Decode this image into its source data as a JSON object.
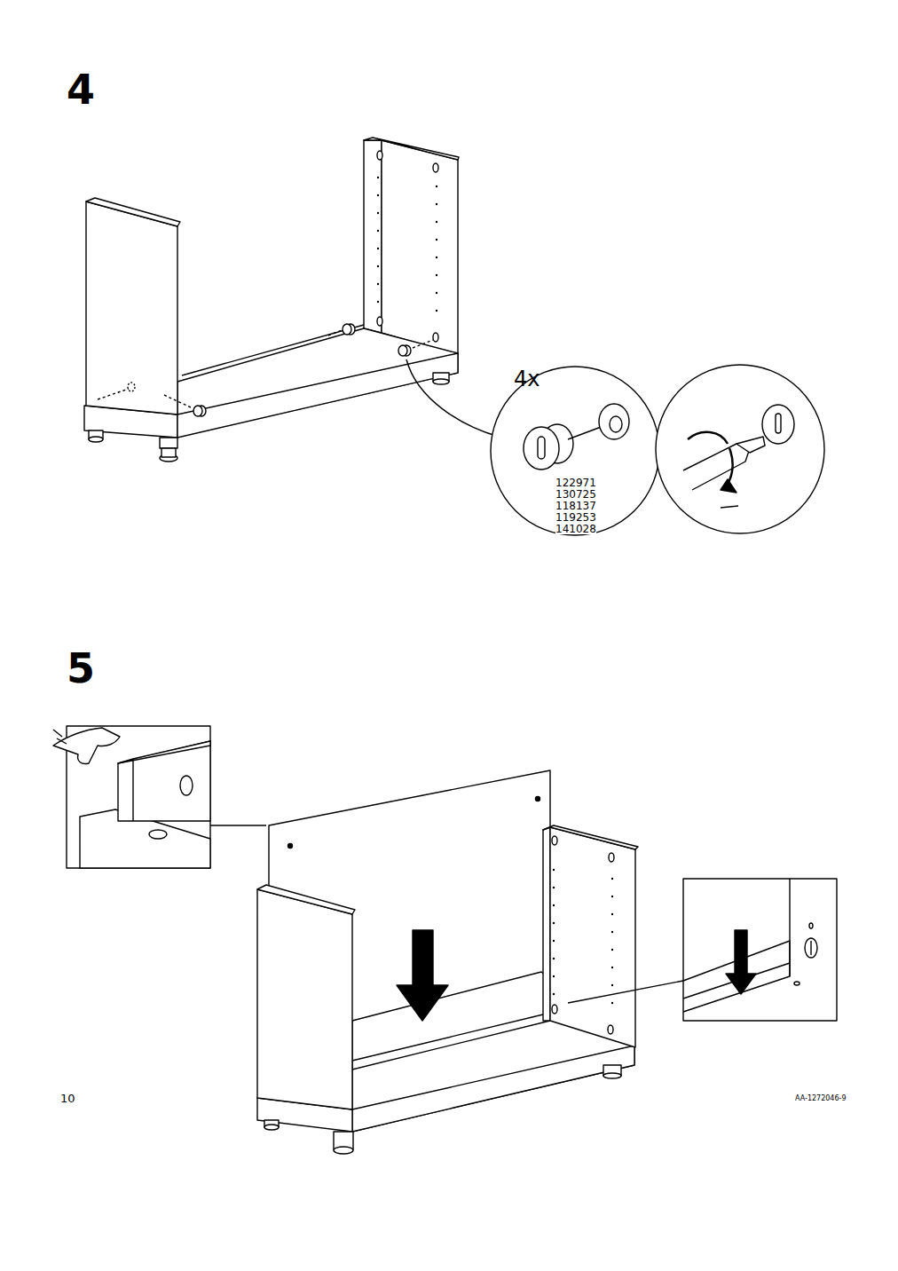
{
  "diagram": {
    "labels": [
      "4",
      "4x",
      "122971",
      "130725",
      "118137",
      "119253",
      "141028",
      "5",
      "10",
      "AA-1272046-9"
    ]
  }
}
